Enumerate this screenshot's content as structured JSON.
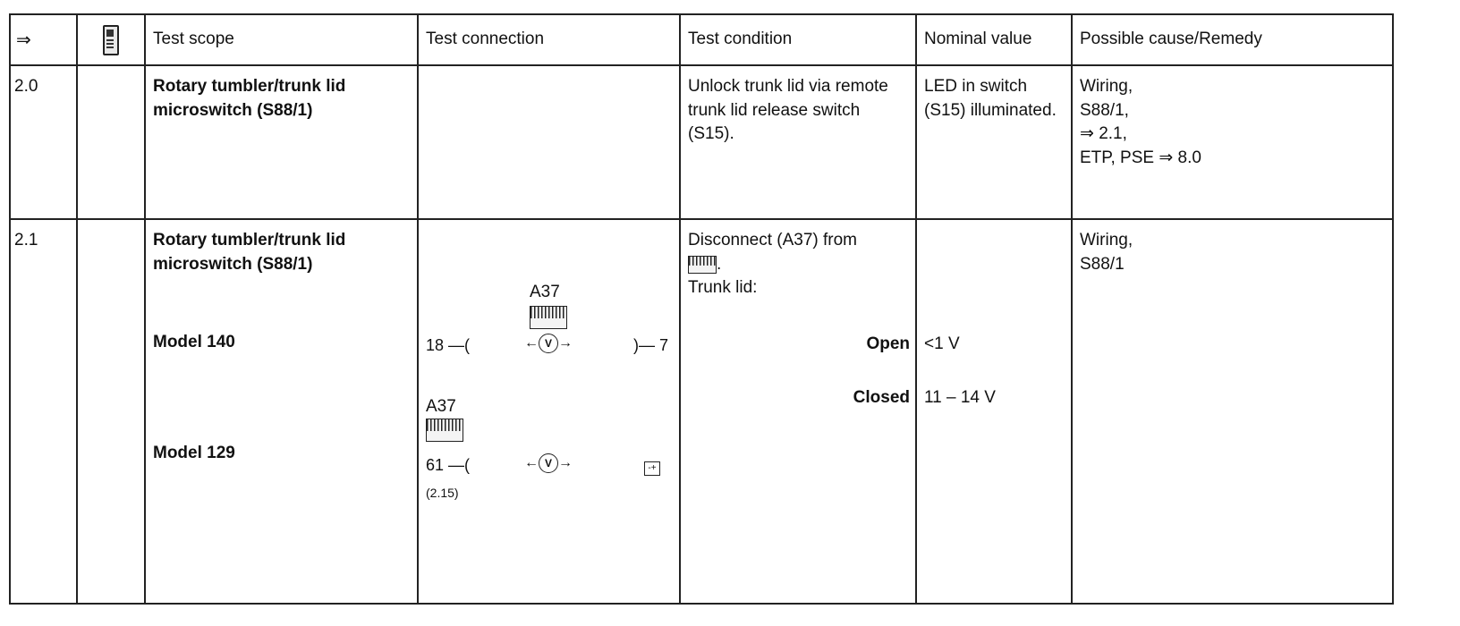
{
  "header": {
    "arrow": "⇒",
    "test_scope": "Test scope",
    "test_connection": "Test connection",
    "test_condition": "Test condition",
    "nominal_value": "Nominal value",
    "possible_cause": "Possible cause/Remedy"
  },
  "row_20": {
    "num": "2.0",
    "scope": "Rotary tumbler/trunk lid microswitch (S88/1)",
    "condition": "Unlock trunk lid via remote trunk lid release switch (S15).",
    "nominal": "LED in switch (S15) illuminated.",
    "cause": [
      "Wiring,",
      "S88/1,",
      "⇒ 2.1,",
      "ETP, PSE ⇒ 8.0"
    ]
  },
  "row_21": {
    "num": "2.1",
    "scope": "Rotary tumbler/trunk lid microswitch (S88/1)",
    "model_140": "Model 140",
    "model_129": "Model 129",
    "conn_140": {
      "label": "A37",
      "pin_left": "18",
      "pin_right": "7",
      "meter": "V"
    },
    "conn_129": {
      "label": "A37",
      "pin_left": "61",
      "meter": "V",
      "battery": "-+",
      "ref": "(2.15)"
    },
    "condition_line1": "Disconnect (A37) from",
    "condition_line2": ".",
    "trunk_lid": "Trunk lid:",
    "open": "Open",
    "closed": "Closed",
    "nominal_open": "<1 V",
    "nominal_closed": "11 – 14 V",
    "cause": [
      "Wiring,",
      "S88/1"
    ]
  }
}
